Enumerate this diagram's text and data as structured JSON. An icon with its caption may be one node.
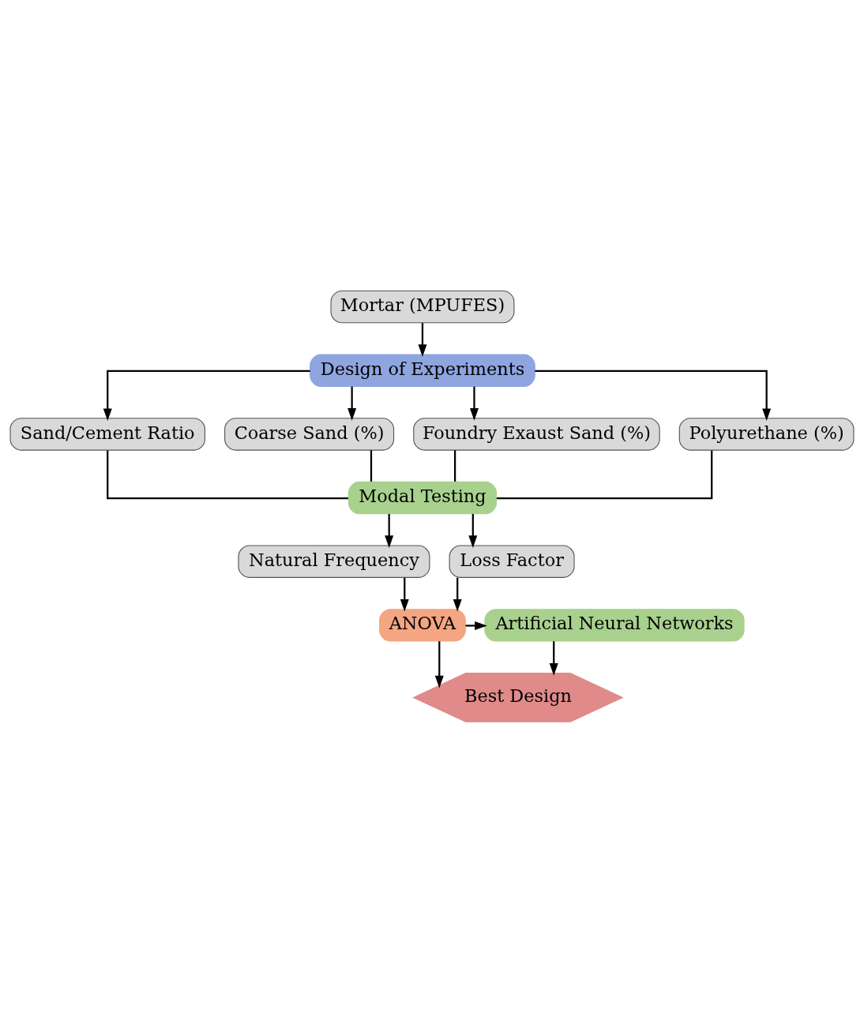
{
  "diagram": {
    "nodes": [
      {
        "text": [
          "Mortar (MPUFES)"
        ]
      },
      {
        "text": [
          "Design of Experiments"
        ]
      },
      {
        "text": [
          "Sand/Cement Ratio"
        ]
      },
      {
        "text": [
          "Coarse Sand (%)"
        ]
      },
      {
        "text": [
          "Foundry Exaust Sand (%)"
        ]
      },
      {
        "text": [
          "Polyurethane (%)"
        ]
      },
      {
        "text": [
          "Modal Testing"
        ]
      },
      {
        "text": [
          "Natural Frequency"
        ]
      },
      {
        "text": [
          "Loss Factor"
        ]
      },
      {
        "text": [
          "ANOVA"
        ]
      },
      {
        "text": [
          "Artificial Neural Networks"
        ]
      },
      {
        "text": [
          "Best Design"
        ]
      }
    ],
    "edges": [
      {
        "from": 0,
        "to": 1,
        "arrow": "to"
      },
      {
        "from": 1,
        "to": 2,
        "arrow": "to"
      },
      {
        "from": 1,
        "to": 3,
        "arrow": "to"
      },
      {
        "from": 1,
        "to": 4,
        "arrow": "to"
      },
      {
        "from": 1,
        "to": 5,
        "arrow": "to"
      },
      {
        "from": 2,
        "to": 6,
        "arrow": "none"
      },
      {
        "from": 3,
        "to": 6,
        "arrow": "none"
      },
      {
        "from": 4,
        "to": 6,
        "arrow": "none"
      },
      {
        "from": 5,
        "to": 6,
        "arrow": "none"
      },
      {
        "from": 6,
        "to": 7,
        "arrow": "to"
      },
      {
        "from": 6,
        "to": 8,
        "arrow": "to"
      },
      {
        "from": 7,
        "to": 9,
        "arrow": "to"
      },
      {
        "from": 8,
        "to": 9,
        "arrow": "to"
      },
      {
        "from": 9,
        "to": 10,
        "arrow": "to"
      },
      {
        "from": 9,
        "to": 11,
        "arrow": "to"
      },
      {
        "from": 10,
        "to": 11,
        "arrow": "to"
      }
    ]
  }
}
